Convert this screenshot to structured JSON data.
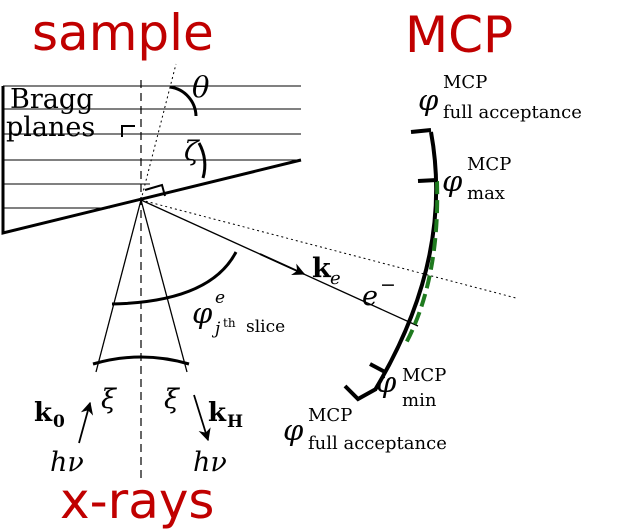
{
  "headings": {
    "sample": "sample",
    "mcp": "MCP",
    "xrays": "x-rays"
  },
  "labels": {
    "bragg_line1": "Bragg",
    "bragg_line2": "planes",
    "theta": "θ",
    "zeta": "ζ",
    "xi_left": "ξ",
    "xi_right": "ξ",
    "ke_main": "k",
    "ke_sub": "e",
    "electron_main": "e",
    "electron_sup": "−",
    "phi": "φ",
    "phi_slice_sup": "e",
    "phi_slice_sub_j": "j",
    "phi_slice_sub_th": "th",
    "phi_slice_sub_text": "slice",
    "mcp_sup": "MCP",
    "full_acceptance": "full acceptance",
    "max": "max",
    "min": "min",
    "k0_main": "k",
    "k0_sub": "0",
    "kh_main": "k",
    "kh_sub": "H",
    "hnu_left": "hν",
    "hnu_right": "hν"
  },
  "colors": {
    "heading": "#c00000",
    "ink": "#000000",
    "acceptance_dash": "#1f7a1f"
  }
}
